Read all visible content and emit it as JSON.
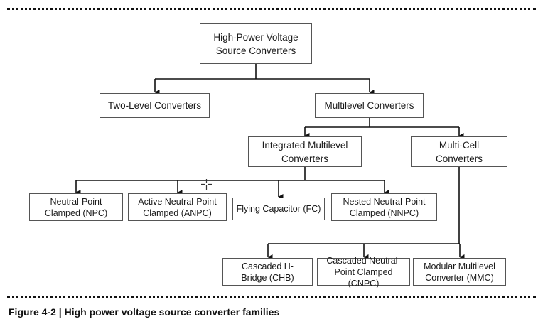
{
  "diagram": {
    "nodes": {
      "root": "High-Power Voltage Source Converters",
      "two_level": "Two-Level Converters",
      "multilevel": "Multilevel Converters",
      "integrated": "Integrated Multilevel Converters",
      "multicell": "Multi-Cell Converters",
      "npc": "Neutral-Point Clamped (NPC)",
      "anpc": "Active Neutral-Point Clamped (ANPC)",
      "fc": "Flying Capacitor (FC)",
      "nnpc": "Nested Neutral-Point Clamped (NNPC)",
      "chb": "Cascaded H-Bridge (CHB)",
      "cnpc": "Cascaded Neutral-Point Clamped (CNPC)",
      "mmc": "Modular Multilevel Converter (MMC)"
    },
    "edges": [
      [
        "root",
        "two_level"
      ],
      [
        "root",
        "multilevel"
      ],
      [
        "multilevel",
        "integrated"
      ],
      [
        "multilevel",
        "multicell"
      ],
      [
        "integrated",
        "npc"
      ],
      [
        "integrated",
        "anpc"
      ],
      [
        "integrated",
        "fc"
      ],
      [
        "integrated",
        "nnpc"
      ],
      [
        "multicell",
        "chb"
      ],
      [
        "multicell",
        "cnpc"
      ],
      [
        "multicell",
        "mmc"
      ]
    ]
  },
  "caption": "Figure 4-2 | High power voltage source converter families",
  "colors": {
    "line": "#111111",
    "box_border": "#555555"
  }
}
